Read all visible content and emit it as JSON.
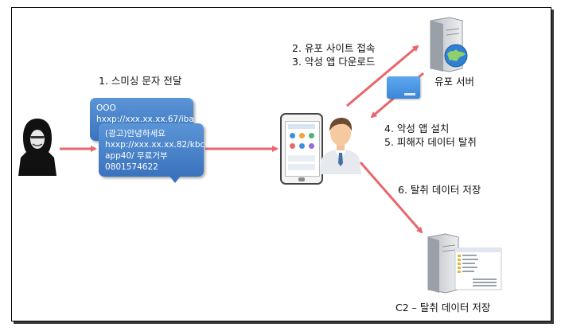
{
  "steps": {
    "step1": "1. 스미싱 문자 전달",
    "step2": "2. 유포 사이트 접속",
    "step3": "3. 악성 앱 다운로드",
    "step4": "4. 악성 앱 설치",
    "step5": "5. 피해자 데이터 탈취",
    "step6": "6. 탈취 데이터 저장"
  },
  "nodes": {
    "distribution_server": "유포 서버",
    "c2_server": "C2 – 탈취 데이터 저장"
  },
  "sms_messages": [
    {
      "lines": [
        "OOO",
        "hxxp://xxx.xx.xx.67/iba"
      ]
    },
    {
      "lines": [
        "(광고)안녕하세요",
        "hxxp://xxx.xx.xx.82/kbc",
        "app40/ 무료거부",
        "0801574622"
      ]
    }
  ],
  "colors": {
    "arrow": "#e8666c",
    "bubble": "#4a86cc",
    "globe": "#2f7fd3"
  }
}
